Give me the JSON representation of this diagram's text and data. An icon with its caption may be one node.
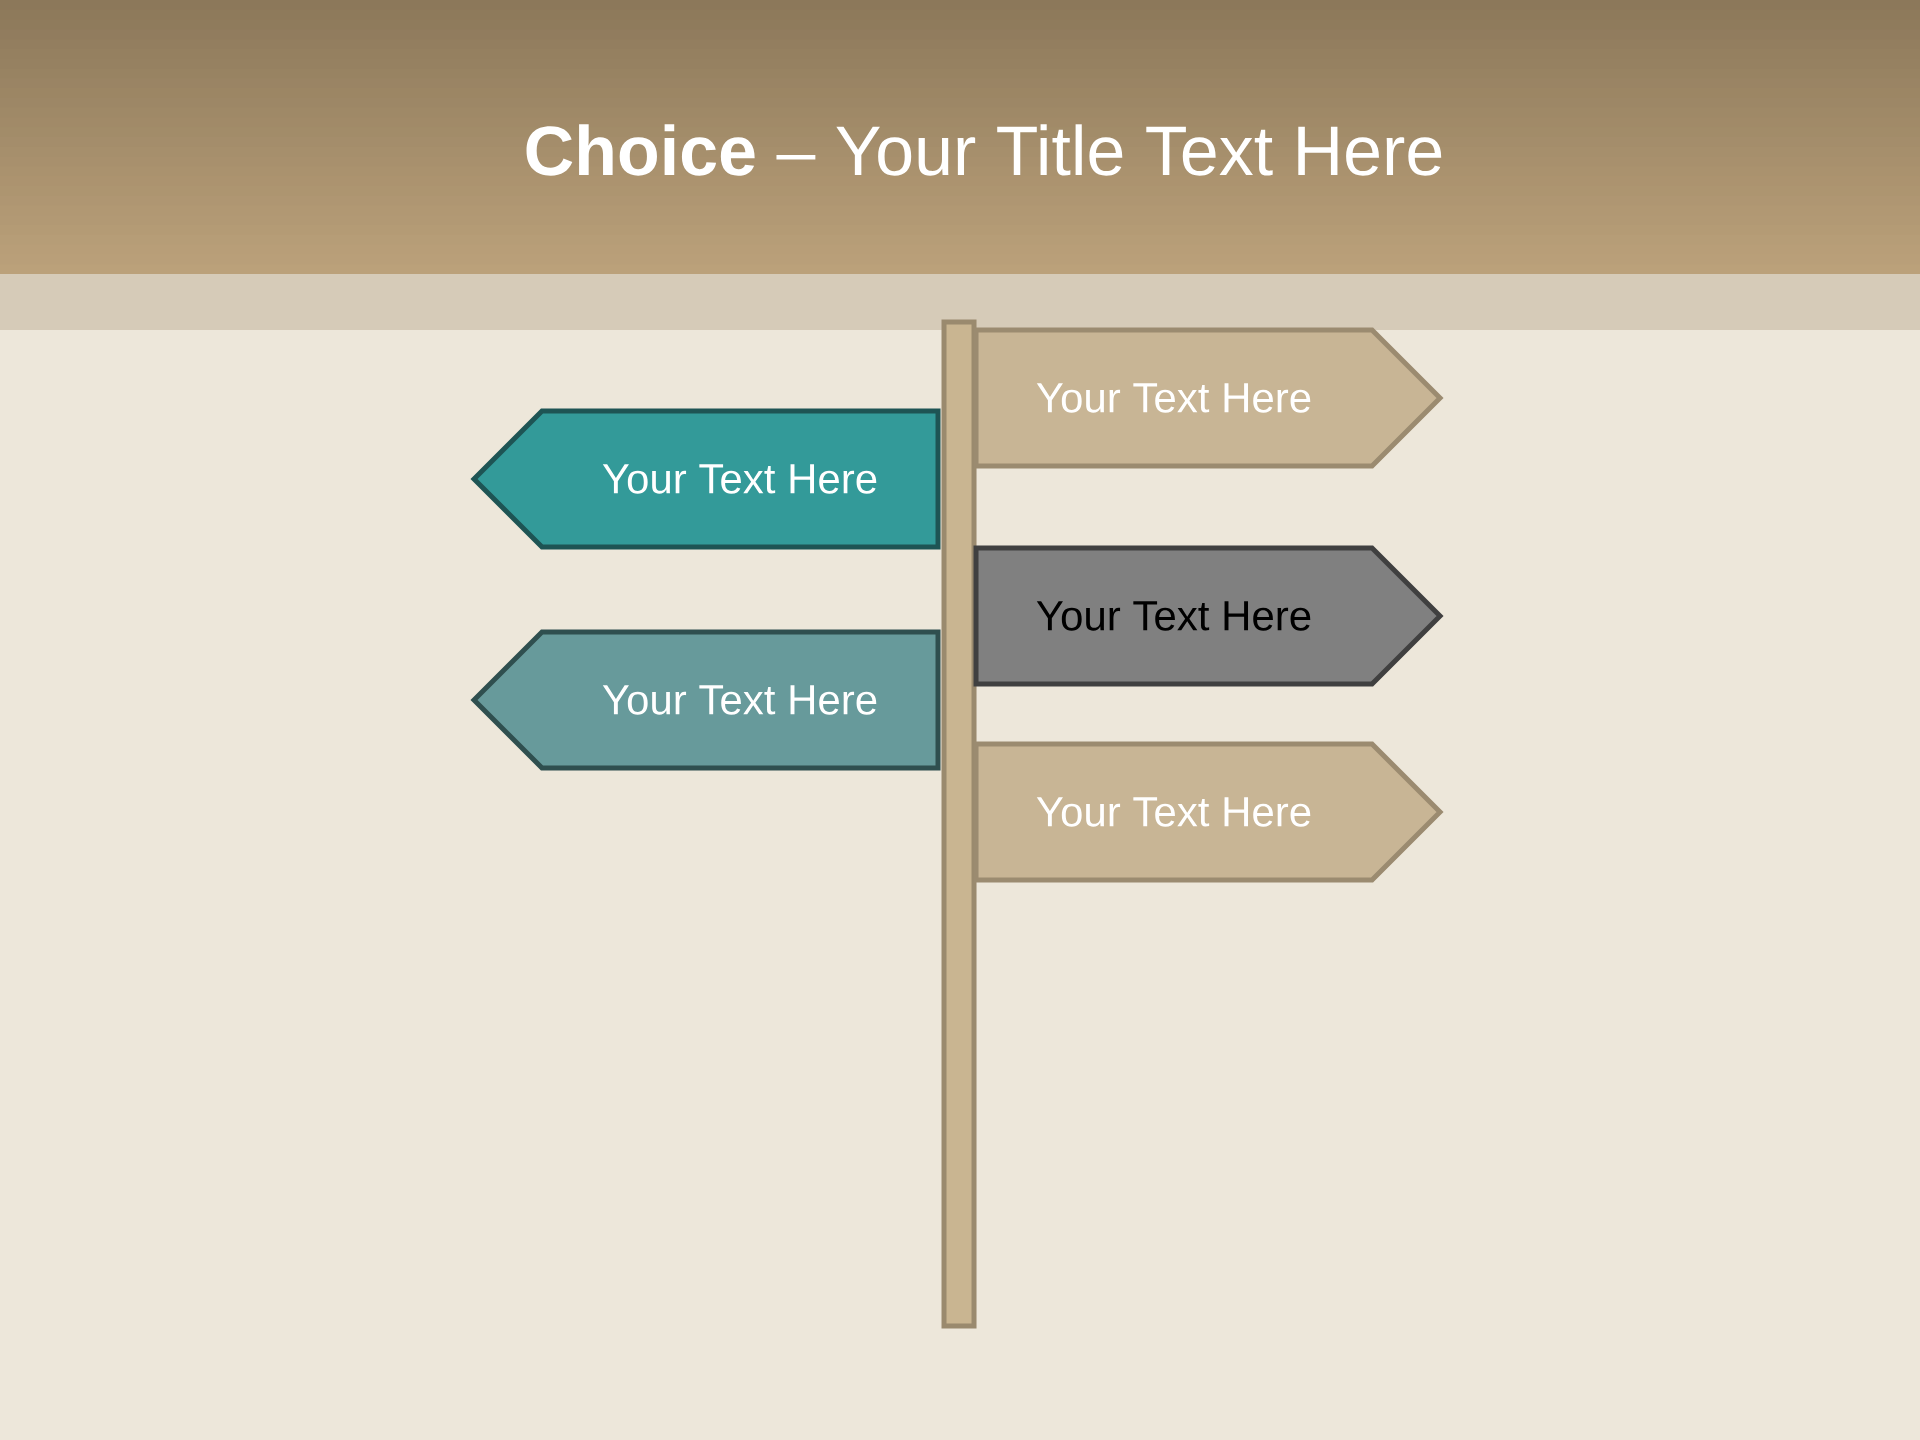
{
  "diagram": {
    "title": "**Choice** – Your Title Text Here",
    "nodes": [
      {
        "text": [],
        "shape": "bar"
      },
      {
        "text": [
          "Your Text Here"
        ]
      },
      {
        "text": [
          "Your Text Here"
        ]
      },
      {
        "text": [
          "Your Text Here"
        ]
      },
      {
        "text": [
          "Your Text Here"
        ]
      },
      {
        "text": [
          "Your Text Here"
        ]
      }
    ]
  }
}
